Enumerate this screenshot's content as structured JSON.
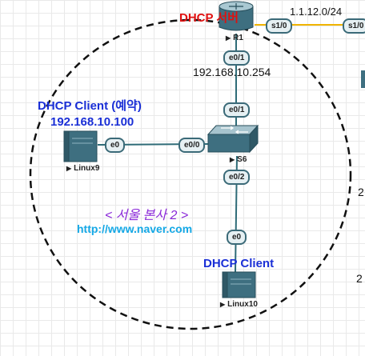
{
  "colors": {
    "blue": "#1a2fd6",
    "red": "#e01010",
    "purple": "#8a28d8",
    "cyan": "#14a8e6",
    "link": "#2e6b77",
    "serial": "#f0b400"
  },
  "r1": {
    "title": "DHCP 서버",
    "name": "R1"
  },
  "wan": {
    "network": "1.1.12.0/24",
    "port_left": "s1/0",
    "port_right": "s1/0"
  },
  "s6": {
    "name": "S6",
    "port_top": "e0/1",
    "port_left": "e0/0",
    "port_bottom": "e0/2"
  },
  "r1_port": "e0/1",
  "gateway_ip": "192.168.10.254",
  "linux9": {
    "title": "DHCP Client (예약)",
    "ip": "192.168.10.100",
    "name": "Linux9",
    "port": "e0"
  },
  "linux10": {
    "title": "DHCP Client",
    "name": "Linux10",
    "port": "e0"
  },
  "site": {
    "name": "< 서울 본사 2 >",
    "url": "http://www.naver.com"
  },
  "edge_marks": [
    "2",
    "2"
  ]
}
